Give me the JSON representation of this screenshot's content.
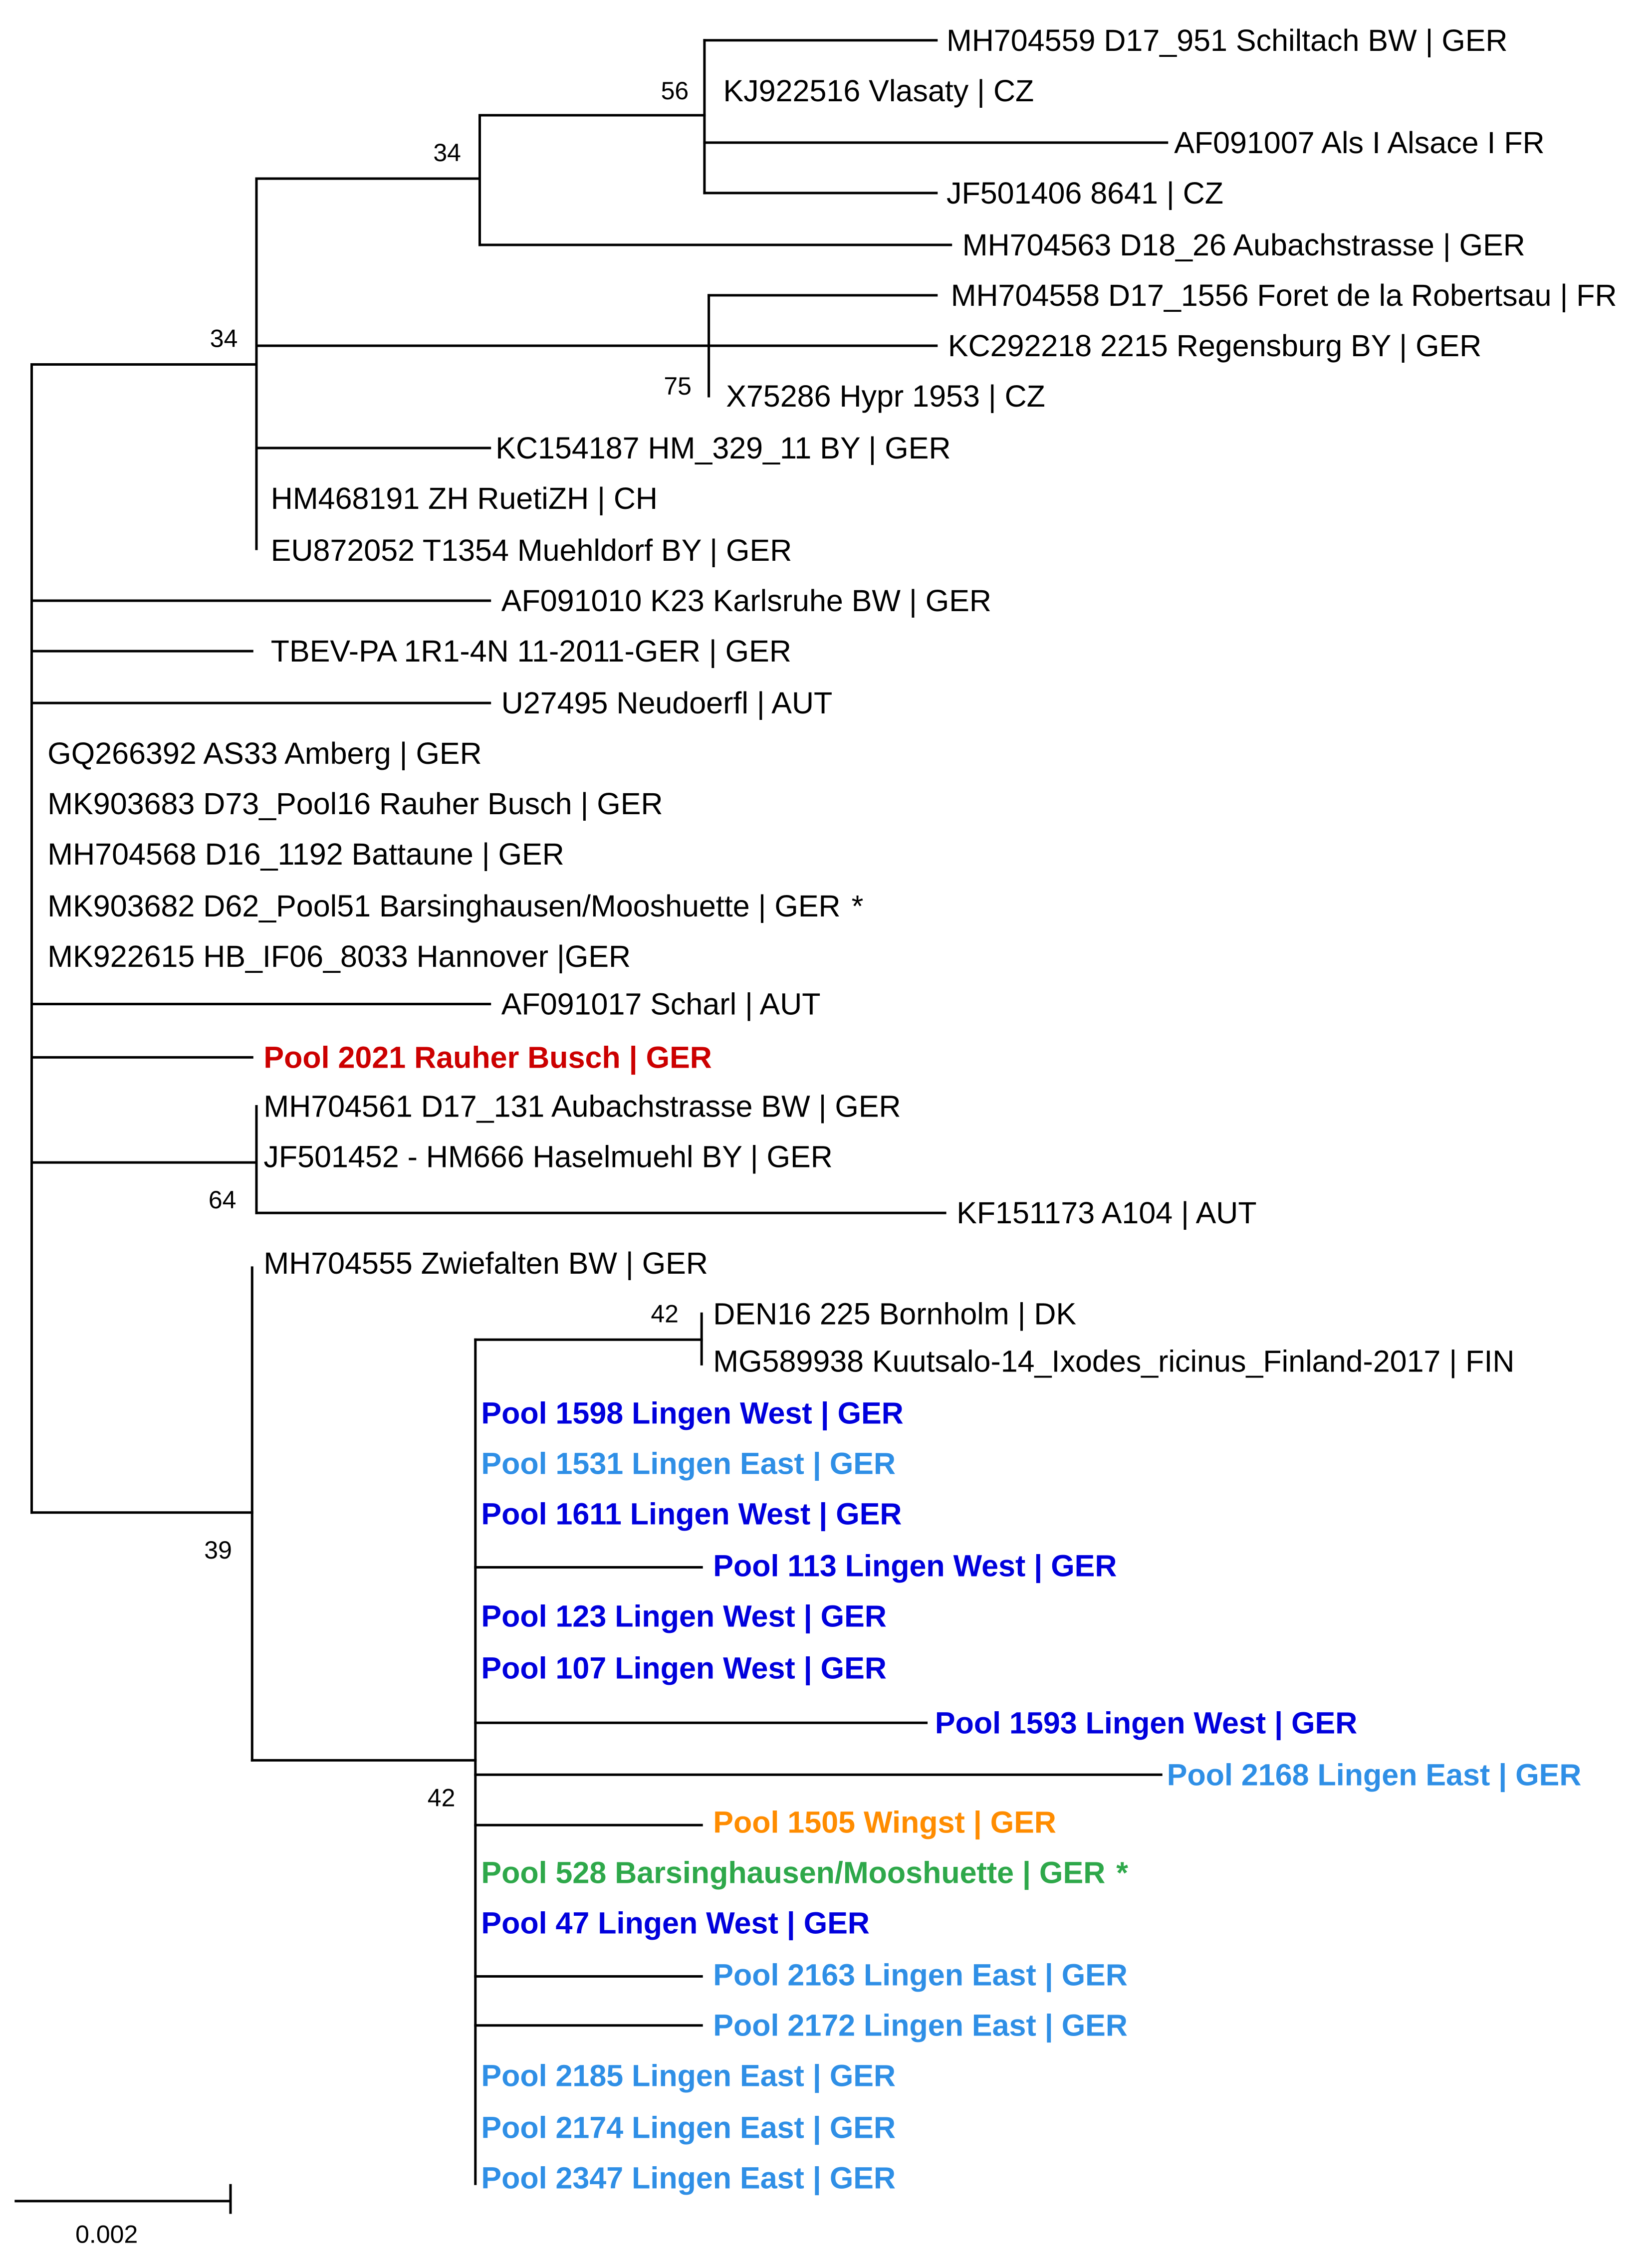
{
  "colors": {
    "black": "#000000",
    "red": "#cc0000",
    "blue": "#0000dd",
    "lightblue": "#2f8fe6",
    "orange": "#ff8c00",
    "green": "#2ea84a"
  },
  "taxa": [
    {
      "id": "t1",
      "label": "MH704559 D17_951 Schiltach BW | GER",
      "color": "black",
      "bold": false
    },
    {
      "id": "t2",
      "label": "KJ922516 Vlasaty | CZ",
      "color": "black",
      "bold": false
    },
    {
      "id": "t3",
      "label": "AF091007 Als I Alsace I FR",
      "color": "black",
      "bold": false
    },
    {
      "id": "t4",
      "label": "JF501406 8641 | CZ",
      "color": "black",
      "bold": false
    },
    {
      "id": "t5",
      "label": "MH704563 D18_26 Aubachstrasse | GER",
      "color": "black",
      "bold": false
    },
    {
      "id": "t6",
      "label": "MH704558 D17_1556 Foret de la Robertsau | FR",
      "color": "black",
      "bold": false
    },
    {
      "id": "t7",
      "label": "KC292218 2215 Regensburg BY | GER",
      "color": "black",
      "bold": false
    },
    {
      "id": "t8",
      "label": "X75286 Hypr 1953 | CZ",
      "color": "black",
      "bold": false
    },
    {
      "id": "t9",
      "label": "KC154187 HM_329_11 BY | GER",
      "color": "black",
      "bold": false
    },
    {
      "id": "t10",
      "label": "HM468191 ZH RuetiZH | CH",
      "color": "black",
      "bold": false
    },
    {
      "id": "t11",
      "label": "EU872052 T1354 Muehldorf BY | GER",
      "color": "black",
      "bold": false
    },
    {
      "id": "t12",
      "label": "AF091010 K23 Karlsruhe BW | GER",
      "color": "black",
      "bold": false
    },
    {
      "id": "t13",
      "label": "TBEV-PA 1R1-4N 11-2011-GER | GER",
      "color": "black",
      "bold": false
    },
    {
      "id": "t14",
      "label": "U27495 Neudoerfl | AUT",
      "color": "black",
      "bold": false
    },
    {
      "id": "t15",
      "label": "GQ266392 AS33 Amberg | GER",
      "color": "black",
      "bold": false
    },
    {
      "id": "t16",
      "label": "MK903683 D73_Pool16 Rauher Busch | GER",
      "color": "black",
      "bold": false
    },
    {
      "id": "t17",
      "label": "MH704568 D16_1192 Battaune | GER",
      "color": "black",
      "bold": false
    },
    {
      "id": "t18",
      "label": "MK903682 D62_Pool51 Barsinghausen/Mooshuette | GER",
      "color": "black",
      "bold": false,
      "marker": "*"
    },
    {
      "id": "t19",
      "label": "MK922615 HB_IF06_8033 Hannover |GER",
      "color": "black",
      "bold": false
    },
    {
      "id": "t20",
      "label": "AF091017  Scharl | AUT",
      "color": "black",
      "bold": false
    },
    {
      "id": "t21",
      "label": "Pool 2021 Rauher Busch | GER",
      "color": "red",
      "bold": true
    },
    {
      "id": "t22",
      "label": "MH704561 D17_131  Aubachstrasse BW | GER",
      "color": "black",
      "bold": false
    },
    {
      "id": "t23",
      "label": "JF501452 - HM666 Haselmuehl BY | GER",
      "color": "black",
      "bold": false
    },
    {
      "id": "t24",
      "label": "KF151173 A104 | AUT",
      "color": "black",
      "bold": false
    },
    {
      "id": "t25",
      "label": "MH704555 Zwiefalten BW | GER",
      "color": "black",
      "bold": false
    },
    {
      "id": "t26",
      "label": "DEN16 225 Bornholm | DK",
      "color": "black",
      "bold": false
    },
    {
      "id": "t27",
      "label": "MG589938 Kuutsalo-14_Ixodes_ricinus_Finland-2017 | FIN",
      "color": "black",
      "bold": false
    },
    {
      "id": "t28",
      "label": "Pool 1598 Lingen West | GER",
      "color": "blue",
      "bold": true
    },
    {
      "id": "t29",
      "label": "Pool 1531 Lingen East | GER",
      "color": "lightblue",
      "bold": true
    },
    {
      "id": "t30",
      "label": "Pool 1611 Lingen West | GER",
      "color": "blue",
      "bold": true
    },
    {
      "id": "t31",
      "label": "Pool 113 Lingen West | GER",
      "color": "blue",
      "bold": true
    },
    {
      "id": "t32",
      "label": "Pool 123 Lingen West | GER",
      "color": "blue",
      "bold": true
    },
    {
      "id": "t33",
      "label": "Pool 107 Lingen West | GER",
      "color": "blue",
      "bold": true
    },
    {
      "id": "t34",
      "label": "Pool 1593 Lingen West | GER",
      "color": "blue",
      "bold": true
    },
    {
      "id": "t35",
      "label": "Pool 2168 Lingen East | GER",
      "color": "lightblue",
      "bold": true
    },
    {
      "id": "t36",
      "label": "Pool 1505 Wingst | GER",
      "color": "orange",
      "bold": true
    },
    {
      "id": "t37",
      "label": "Pool 528 Barsinghausen/Mooshuette | GER",
      "color": "green",
      "bold": true,
      "marker": "*"
    },
    {
      "id": "t38",
      "label": "Pool 47 Lingen West | GER",
      "color": "blue",
      "bold": true
    },
    {
      "id": "t39",
      "label": "Pool 2163 Lingen East | GER",
      "color": "lightblue",
      "bold": true
    },
    {
      "id": "t40",
      "label": "Pool 2172 Lingen East | GER",
      "color": "lightblue",
      "bold": true
    },
    {
      "id": "t41",
      "label": "Pool 2185 Lingen East | GER",
      "color": "lightblue",
      "bold": true
    },
    {
      "id": "t42",
      "label": "Pool 2174 Lingen East | GER",
      "color": "lightblue",
      "bold": true
    },
    {
      "id": "t43",
      "label": "Pool 2347 Lingen East | GER",
      "color": "lightblue",
      "bold": true
    }
  ],
  "bootstrap": [
    {
      "id": "b1",
      "value": "56"
    },
    {
      "id": "b2",
      "value": "34"
    },
    {
      "id": "b3",
      "value": "34"
    },
    {
      "id": "b4",
      "value": "75"
    },
    {
      "id": "b5",
      "value": "64"
    },
    {
      "id": "b6",
      "value": "42"
    },
    {
      "id": "b7",
      "value": "39"
    },
    {
      "id": "b8",
      "value": "42"
    }
  ],
  "scale_bar": {
    "label": "0.002"
  }
}
